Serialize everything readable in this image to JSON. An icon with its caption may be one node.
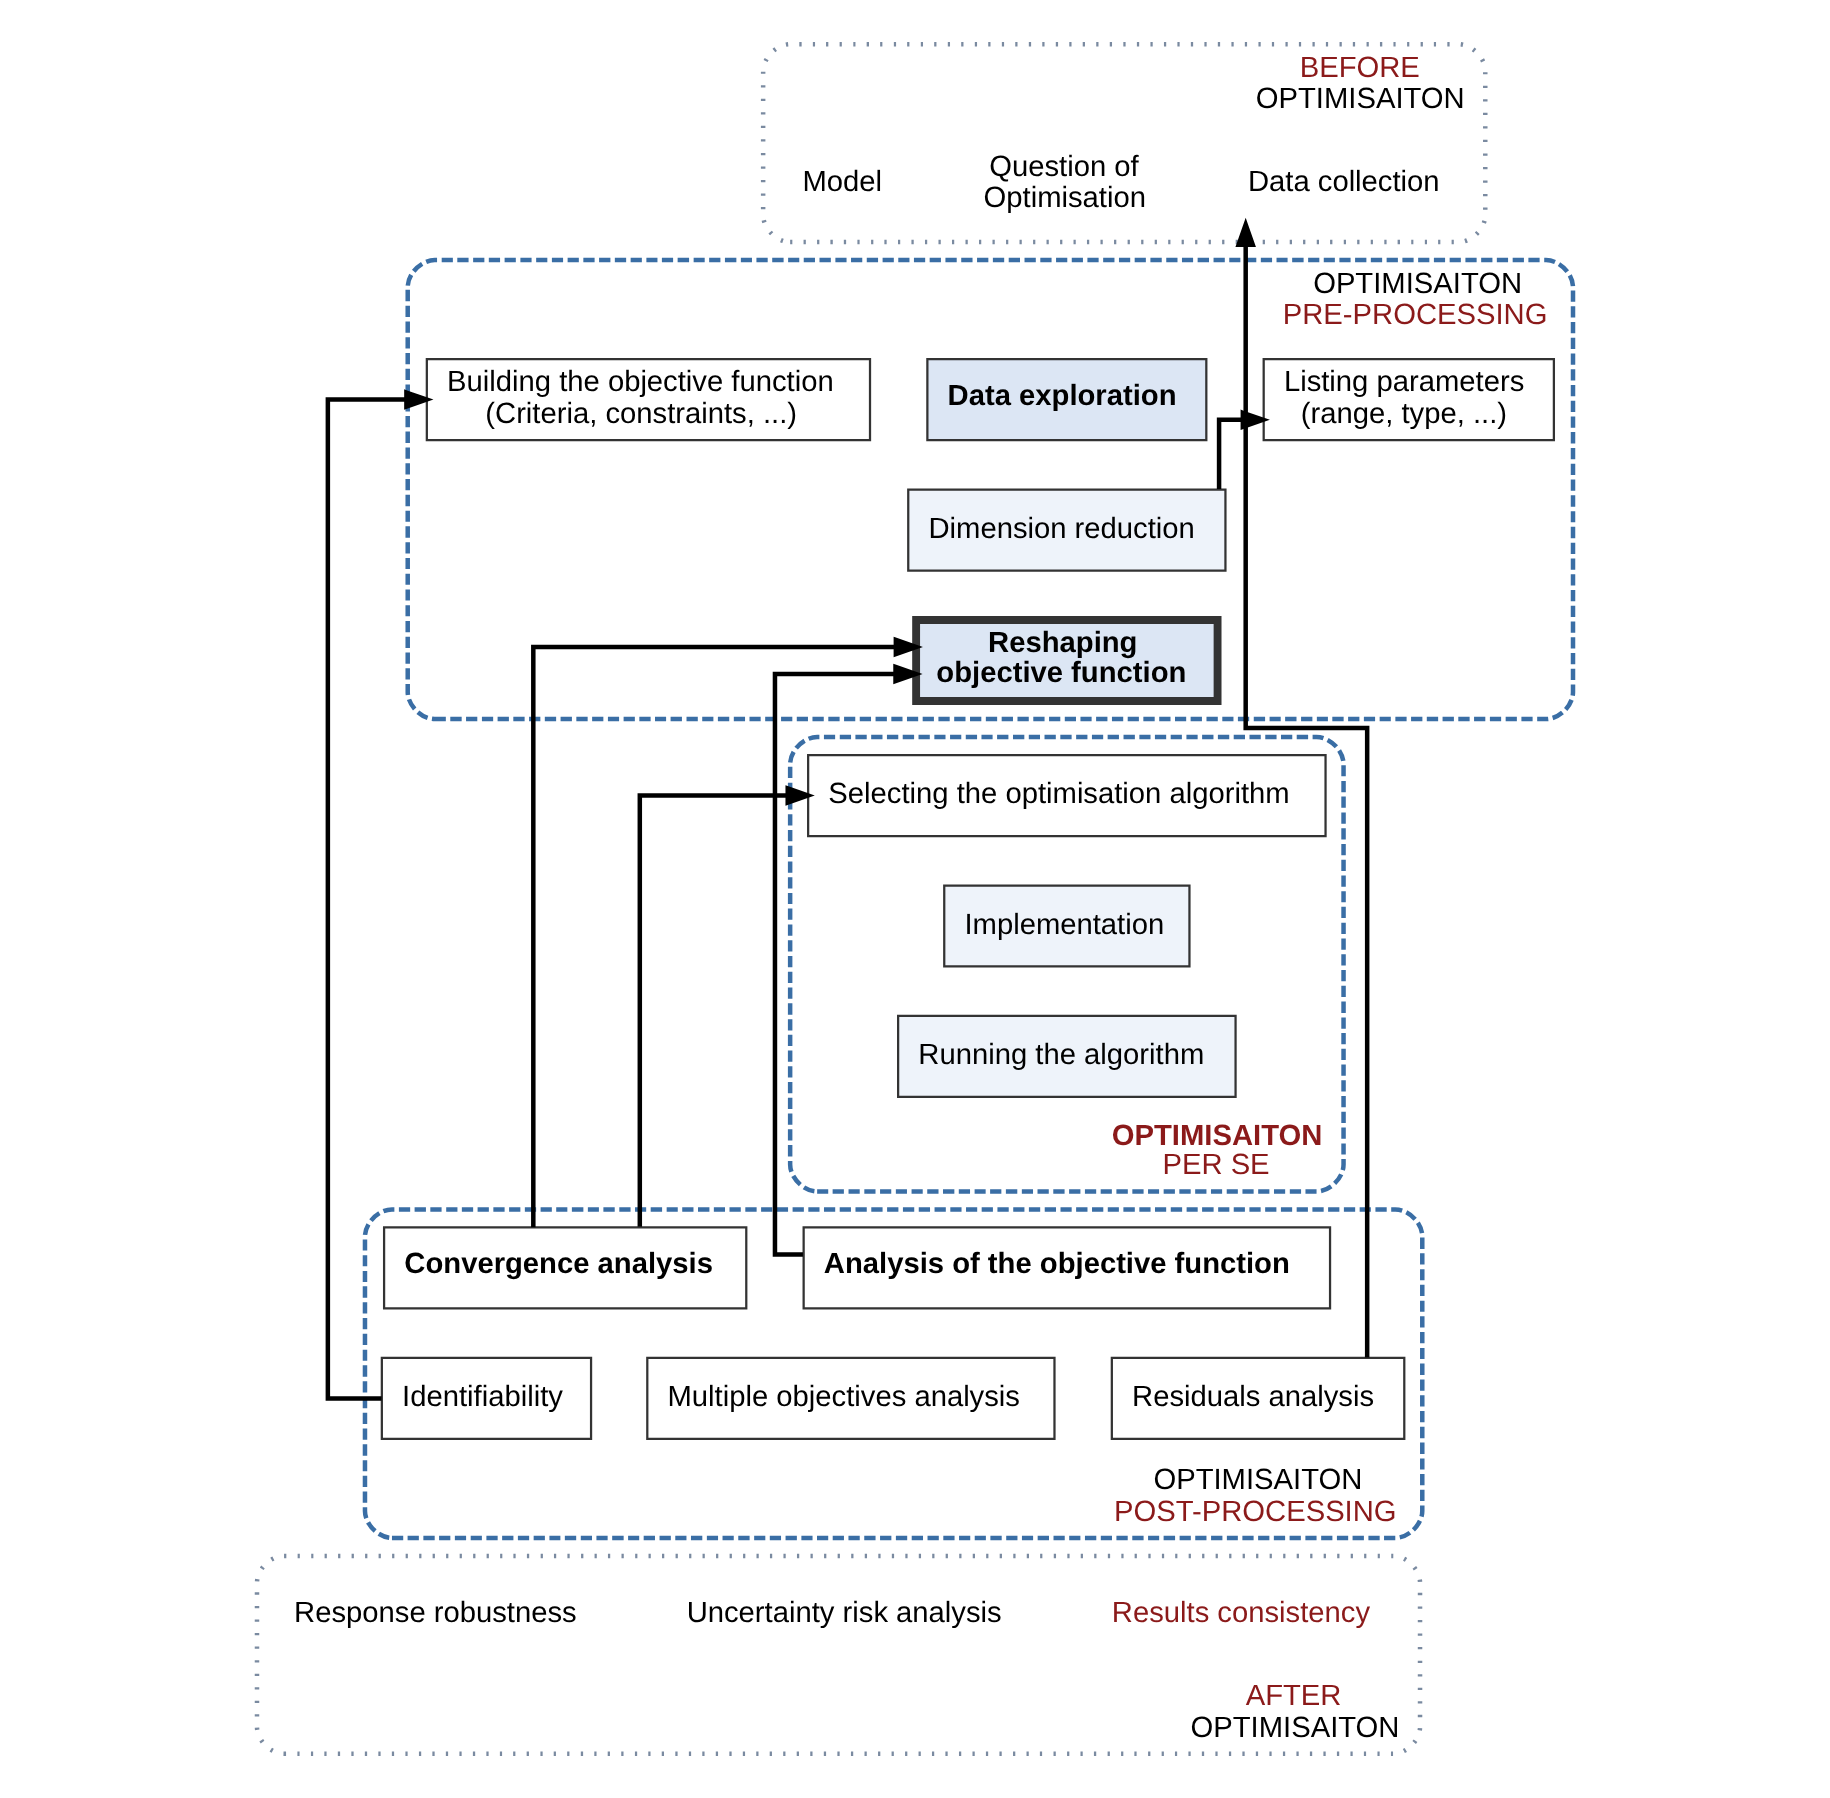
{
  "diagram": {
    "nodes": [
      {
        "text": [
          "BEFORE",
          "OPTIMISAITON"
        ]
      },
      {
        "text": [
          "Model"
        ],
        "in": 0
      },
      {
        "text": [
          "Question of Optimisation"
        ],
        "in": 0
      },
      {
        "text": [
          "Data collection"
        ],
        "in": 0
      },
      {
        "text": [
          "OPTIMISAITON",
          "PRE-PROCESSING"
        ]
      },
      {
        "text": [
          "Building the objective function (Criteria, constraints, ...)"
        ],
        "in": 4
      },
      {
        "text": [
          "Data exploration"
        ],
        "in": 4
      },
      {
        "text": [
          "Listing parameters (range, type, ...)"
        ],
        "in": 4
      },
      {
        "text": [
          "Dimension reduction"
        ],
        "in": 4
      },
      {
        "text": [
          "Reshaping objective function"
        ],
        "in": 4
      },
      {
        "text": [
          "OPTIMISAITON",
          "PER SE"
        ]
      },
      {
        "text": [
          "Selecting the optimisation algorithm"
        ],
        "in": 10
      },
      {
        "text": [
          "Implementation"
        ],
        "in": 10
      },
      {
        "text": [
          "Running the algorithm"
        ],
        "in": 10
      },
      {
        "text": [
          "OPTIMISAITON",
          "POST-PROCESSING"
        ]
      },
      {
        "text": [
          "Convergence analysis"
        ],
        "in": 14
      },
      {
        "text": [
          "Analysis of the objective function"
        ],
        "in": 14
      },
      {
        "text": [
          "Identifiability"
        ],
        "in": 14
      },
      {
        "text": [
          "Residuals analysis"
        ],
        "in": 14
      },
      {
        "text": [
          "Multiple objectives analysis"
        ],
        "in": 14
      },
      {
        "text": [
          "AFTER",
          "OPTIMISAITON"
        ]
      },
      {
        "text": [
          "Response robustness"
        ],
        "in": 20
      },
      {
        "text": [
          "Uncertainty risk analysis"
        ],
        "in": 20
      },
      {
        "text": [
          "Results consistency"
        ],
        "in": 20
      }
    ],
    "edges": [
      {
        "from": 18,
        "to": 3,
        "arrow": "to"
      },
      {
        "from": 17,
        "to": 5,
        "arrow": "to"
      },
      {
        "from": 8,
        "to": 7,
        "arrow": "to"
      },
      {
        "from": 15,
        "to": 9,
        "arrow": "to"
      },
      {
        "from": 15,
        "to": 11,
        "arrow": "to"
      },
      {
        "from": 16,
        "to": 9,
        "arrow": "to"
      }
    ]
  }
}
